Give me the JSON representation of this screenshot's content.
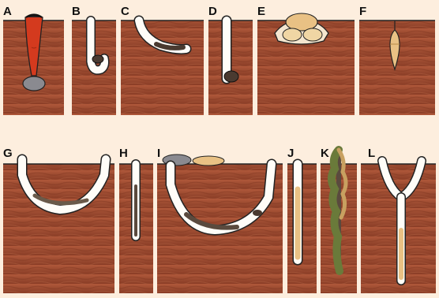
{
  "figure": {
    "panels": [
      {
        "letter": "A"
      },
      {
        "letter": "B"
      },
      {
        "letter": "C"
      },
      {
        "letter": "D"
      },
      {
        "letter": "E"
      },
      {
        "letter": "F"
      },
      {
        "letter": "G"
      },
      {
        "letter": "H"
      },
      {
        "letter": "I"
      },
      {
        "letter": "J"
      },
      {
        "letter": "K"
      },
      {
        "letter": "L"
      }
    ],
    "colors": {
      "page_background": "#fdeede",
      "sediment": "#9a4a30",
      "sediment_dark": "#7e3520",
      "burrow_fill": "#fffdf8",
      "red_organism": "#d43a1e",
      "tan_organism": "#e9c184",
      "dark_organism": "#4a3a30"
    },
    "icons": [
      "sediment-panel",
      "burrow-illustration"
    ]
  }
}
